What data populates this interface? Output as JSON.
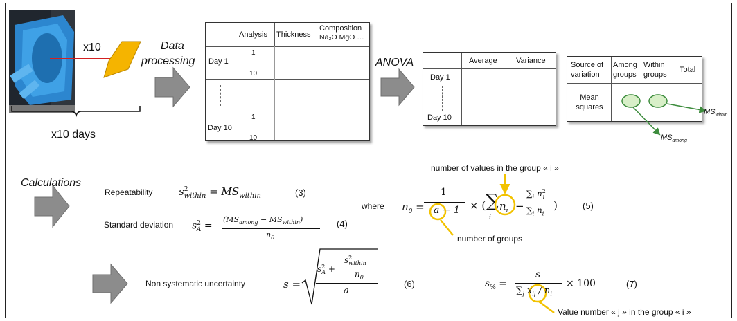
{
  "photo": {
    "label_x10": "x10",
    "label_days": "x10 days"
  },
  "data_processing": {
    "line1": "Data",
    "line2": "processing"
  },
  "table1": {
    "headers": [
      "Analysis",
      "Thickness",
      "Composition",
      "Na₂O MgO …"
    ],
    "rows": [
      {
        "day": "Day 1",
        "top": "1",
        "bottom": "10"
      },
      {
        "day": "",
        "top": "",
        "bottom": ""
      },
      {
        "day": "Day 10",
        "top": "1",
        "bottom": "10"
      }
    ]
  },
  "anova": {
    "label": "ANOVA"
  },
  "table2": {
    "headers": [
      "Average",
      "Variance"
    ],
    "rows": [
      "Day 1",
      "Day 10"
    ]
  },
  "table3": {
    "headers": [
      "Source of variation",
      "Among groups",
      "Within groups",
      "Total"
    ],
    "row_label": "Mean squares",
    "ms_within_main": "MS",
    "ms_within_sub": "within",
    "ms_among_main": "MS",
    "ms_among_sub": "among"
  },
  "calculations": {
    "title": "Calculations",
    "repeatability_label": "Repeatability",
    "eq3": "(3)",
    "stddev_label": "Standard deviation",
    "eq4": "(4)",
    "where": "where",
    "eq5": "(5)",
    "note_values": "number of values in the group « i »",
    "note_groups": "number of groups",
    "nonsys_label": "Non systematic uncertainty",
    "eq6": "(6)",
    "eq7": "(7)",
    "note_value_j": "Value number « j » in the group « i »"
  },
  "colors": {
    "arrow": "#8c8c8c",
    "highlight": "#f2c200",
    "green": "#3d8c3d",
    "oval": "#d8efc8"
  }
}
